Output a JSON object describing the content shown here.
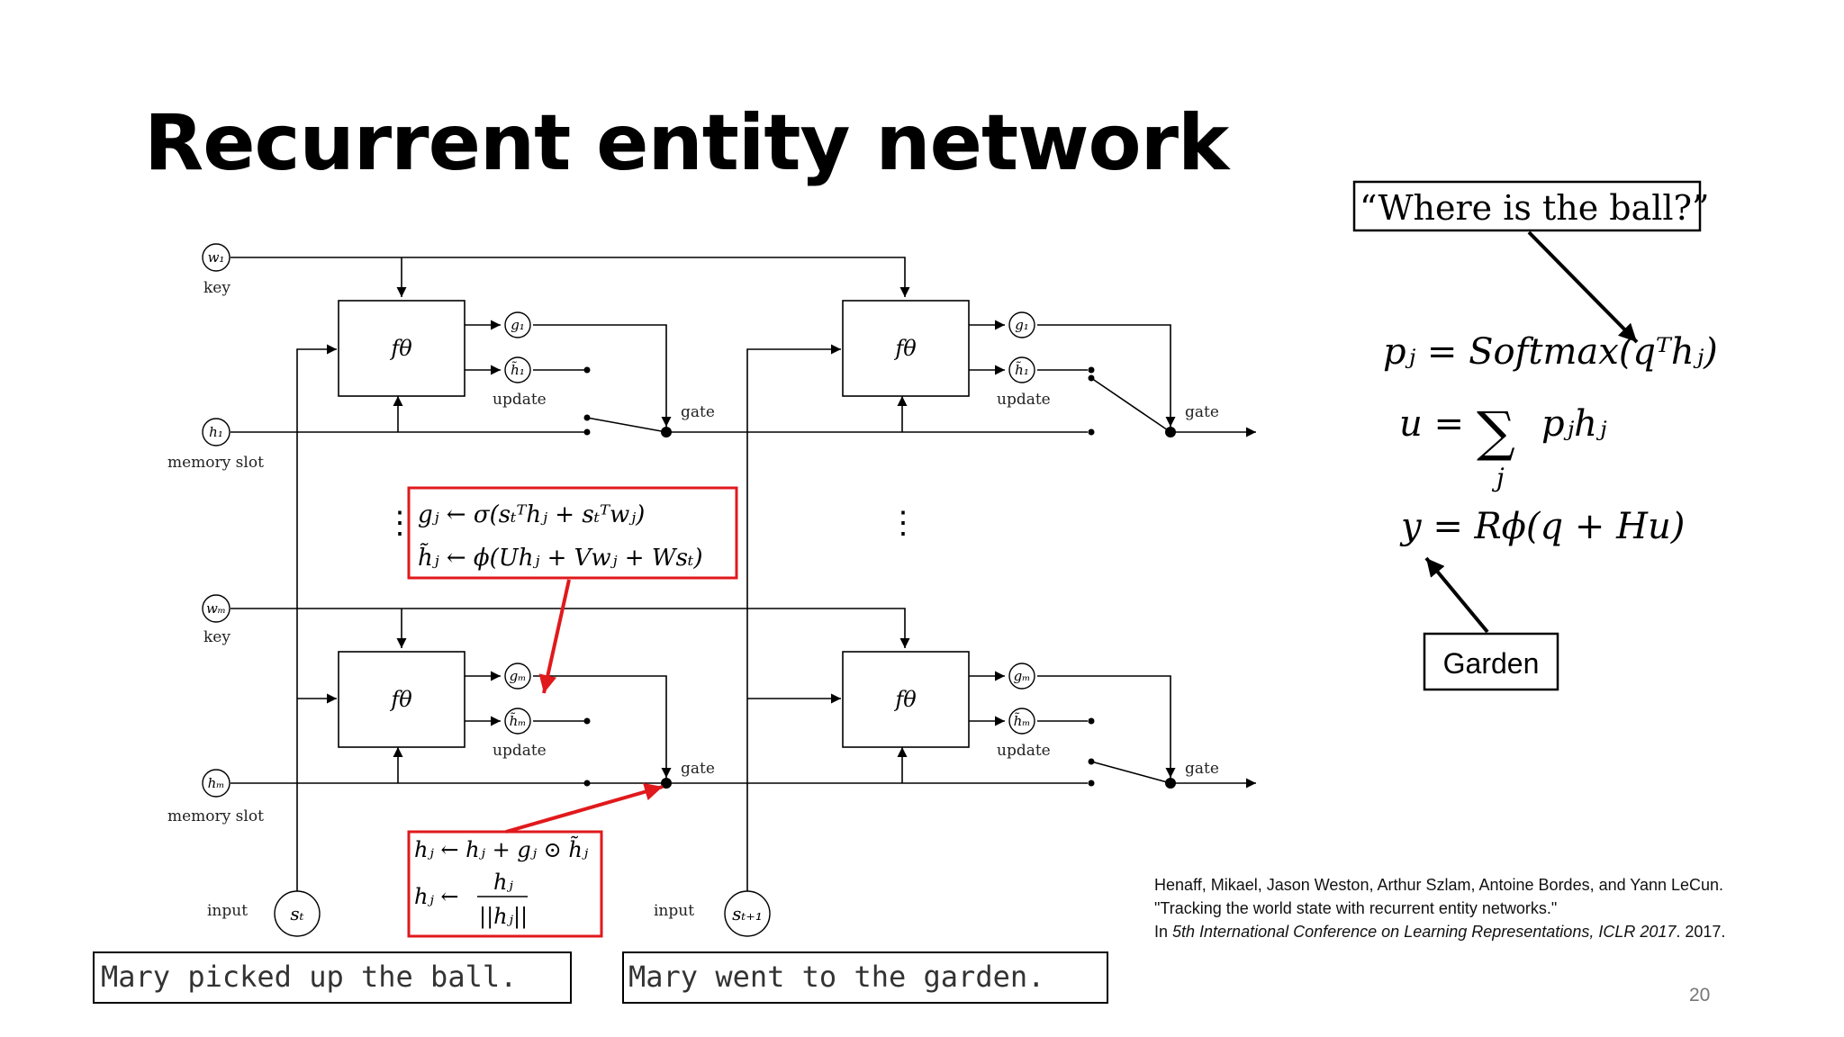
{
  "slide": {
    "title": "Recurrent entity network",
    "page_number": "20"
  },
  "diagram": {
    "key_label": "key",
    "memory_slot_label": "memory slot",
    "input_label": "input",
    "update_label": "update",
    "gate_label": "gate",
    "function_label": "fθ",
    "w1": "w₁",
    "wm": "wₘ",
    "h1": "h₁",
    "hm": "hₘ",
    "g1": "g₁",
    "gm": "gₘ",
    "h1_tilde": "h̃₁",
    "hm_tilde": "h̃ₘ",
    "s_t": "sₜ",
    "s_t1": "sₜ₊₁",
    "vdots": "⋮",
    "gate_equation": "gⱼ ← σ(sₜᵀhⱼ + sₜᵀwⱼ)",
    "candidate_equation": "h̃ⱼ ← ϕ(Uhⱼ + Vwⱼ + Wsₜ)",
    "update_equation": "hⱼ ← hⱼ + gⱼ ⊙ h̃ⱼ",
    "normalize_lhs": "hⱼ ←",
    "normalize_num": "hⱼ",
    "normalize_den": "||hⱼ||",
    "sentence_1": "Mary picked up the ball.",
    "sentence_2": "Mary went to the garden."
  },
  "output": {
    "question": "“Where is the ball?”",
    "eq_p": "pⱼ = Softmax(qᵀhⱼ)",
    "eq_u_lhs": "u =",
    "eq_u_sum": "∑",
    "eq_u_rhs": "pⱼhⱼ",
    "eq_u_sub": "j",
    "eq_y": "y = Rϕ(q + Hu)",
    "answer": "Garden"
  },
  "citation": {
    "line1": "Henaff, Mikael, Jason Weston, Arthur Szlam, Antoine Bordes, and Yann LeCun.",
    "line2": " \"Tracking the world state with recurrent entity networks.\"",
    "line3_prefix": "In ",
    "line3_venue": "5th International Conference on Learning Representations, ICLR 2017",
    "line3_suffix": ". 2017."
  },
  "colors": {
    "highlight": "#e0191c",
    "line": "#000000"
  }
}
